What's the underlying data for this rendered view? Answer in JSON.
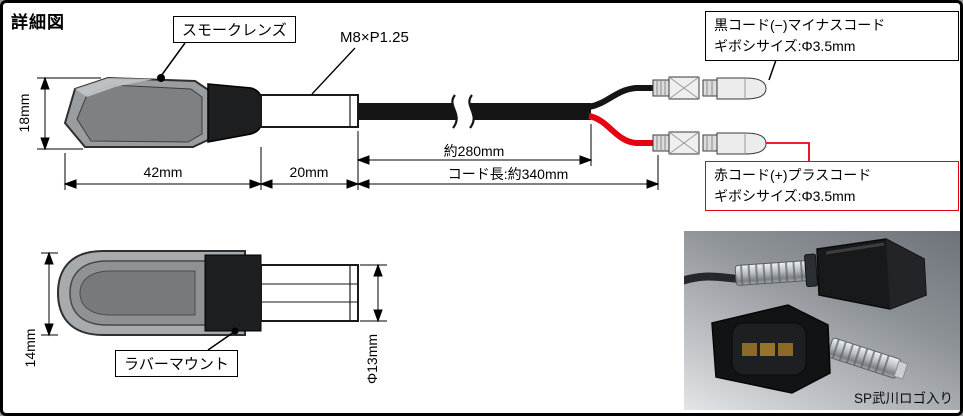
{
  "title": "詳細図",
  "side_view": {
    "smoke_lens_label": "スモークレンズ",
    "thread_label": "M8×P1.25",
    "dim_height": "18mm",
    "dim_lens": "42mm",
    "dim_shaft": "20mm",
    "dim_cable_partial": "約280mm",
    "dim_cord_total": "コード長:約340mm"
  },
  "connectors": {
    "black_box": {
      "line1": "黒コード(−)マイナスコード",
      "line2": "ギボシサイズ:Φ3.5mm"
    },
    "red_box": {
      "line1": "赤コード(+)プラスコード",
      "line2": "ギボシサイズ:Φ3.5mm"
    }
  },
  "top_view": {
    "rubber_mount_label": "ラバーマウント",
    "dim_height": "14mm",
    "dim_shaft_dia": "Φ13mm"
  },
  "photo": {
    "caption": "SP武川ロゴ入り"
  },
  "colors": {
    "accent_red": "#e60012",
    "line_black": "#111111"
  }
}
